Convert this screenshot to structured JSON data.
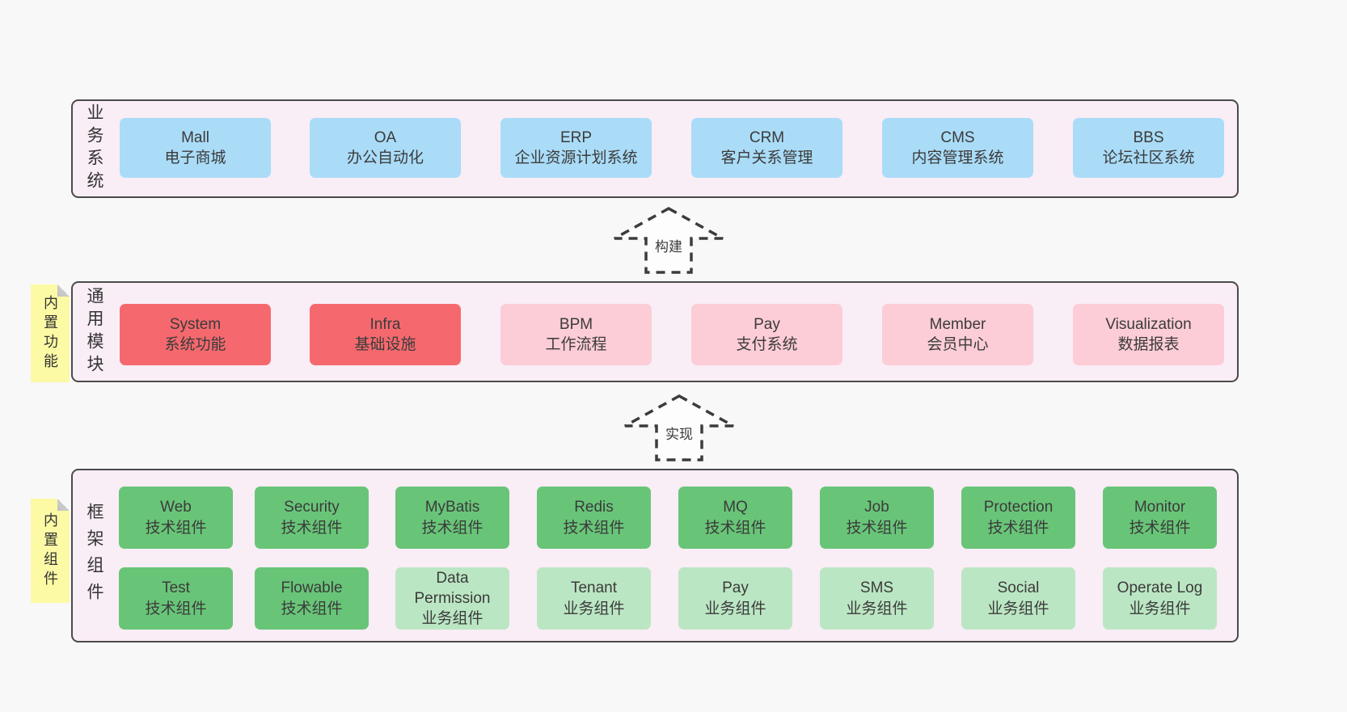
{
  "colors": {
    "page_bg": "#f8f8f8",
    "band_bg": "#f9edf6",
    "band_border": "#4a4a4a",
    "blue_box": "#aadcf8",
    "red_box": "#f5696e",
    "pink_box": "#fccdd6",
    "green_box": "#68c578",
    "green_light_box": "#bbe6c3",
    "sticky_yellow": "#fcfaa5"
  },
  "arrows": {
    "build": "构建",
    "implement": "实现"
  },
  "bands": {
    "business": {
      "label": "业务系统",
      "boxes": [
        {
          "title": "Mall",
          "subtitle": "电子商城"
        },
        {
          "title": "OA",
          "subtitle": "办公自动化"
        },
        {
          "title": "ERP",
          "subtitle": "企业资源计划系统"
        },
        {
          "title": "CRM",
          "subtitle": "客户关系管理"
        },
        {
          "title": "CMS",
          "subtitle": "内容管理系统"
        },
        {
          "title": "BBS",
          "subtitle": "论坛社区系统"
        }
      ]
    },
    "modules": {
      "label": "通用模块",
      "sticky": "内置功能",
      "boxes": [
        {
          "title": "System",
          "subtitle": "系统功能",
          "variant": "red"
        },
        {
          "title": "Infra",
          "subtitle": "基础设施",
          "variant": "red"
        },
        {
          "title": "BPM",
          "subtitle": "工作流程",
          "variant": "pink"
        },
        {
          "title": "Pay",
          "subtitle": "支付系统",
          "variant": "pink"
        },
        {
          "title": "Member",
          "subtitle": "会员中心",
          "variant": "pink"
        },
        {
          "title": "Visualization",
          "subtitle": "数据报表",
          "variant": "pink"
        }
      ]
    },
    "framework": {
      "label": "框架组件",
      "sticky": "内置组件",
      "row1": [
        {
          "title": "Web",
          "subtitle": "技术组件",
          "variant": "green"
        },
        {
          "title": "Security",
          "subtitle": "技术组件",
          "variant": "green"
        },
        {
          "title": "MyBatis",
          "subtitle": "技术组件",
          "variant": "green"
        },
        {
          "title": "Redis",
          "subtitle": "技术组件",
          "variant": "green"
        },
        {
          "title": "MQ",
          "subtitle": "技术组件",
          "variant": "green"
        },
        {
          "title": "Job",
          "subtitle": "技术组件",
          "variant": "green"
        },
        {
          "title": "Protection",
          "subtitle": "技术组件",
          "variant": "green"
        },
        {
          "title": "Monitor",
          "subtitle": "技术组件",
          "variant": "green"
        }
      ],
      "row2": [
        {
          "title": "Test",
          "subtitle": "技术组件",
          "variant": "green"
        },
        {
          "title": "Flowable",
          "subtitle": "技术组件",
          "variant": "green"
        },
        {
          "title": "Data Permission",
          "subtitle": "业务组件",
          "variant": "green-light"
        },
        {
          "title": "Tenant",
          "subtitle": "业务组件",
          "variant": "green-light"
        },
        {
          "title": "Pay",
          "subtitle": "业务组件",
          "variant": "green-light"
        },
        {
          "title": "SMS",
          "subtitle": "业务组件",
          "variant": "green-light"
        },
        {
          "title": "Social",
          "subtitle": "业务组件",
          "variant": "green-light"
        },
        {
          "title": "Operate Log",
          "subtitle": "业务组件",
          "variant": "green-light"
        }
      ]
    }
  }
}
